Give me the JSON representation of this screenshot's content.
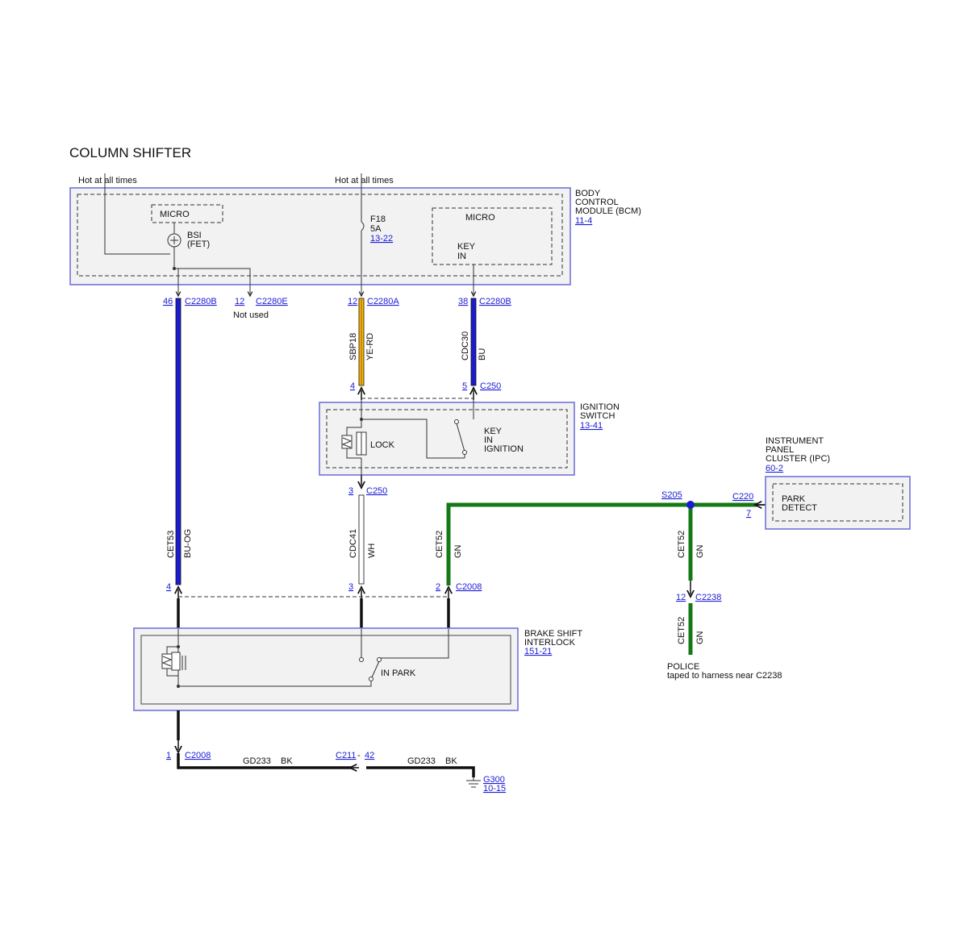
{
  "title": "COLUMN SHIFTER",
  "hot_labels": [
    "Hot at all times",
    "Hot at all times"
  ],
  "bcm": {
    "name_lines": [
      "BODY",
      "CONTROL",
      "MODULE (BCM)"
    ],
    "ref": "11-4",
    "micro_left": "MICRO",
    "bsi_lines": [
      "BSI",
      "(FET)"
    ],
    "fuse_lines": [
      "F18",
      "5A"
    ],
    "fuse_ref": "13-22",
    "micro_right": "MICRO",
    "key_in_lines": [
      "KEY",
      "IN"
    ]
  },
  "pins_top": [
    {
      "pin": "46",
      "connector": "C2280B"
    },
    {
      "pin": "12",
      "connector": "C2280E",
      "note": "Not used"
    },
    {
      "pin": "12",
      "connector": "C2280A"
    },
    {
      "pin": "38",
      "connector": "C2280B"
    }
  ],
  "wires": {
    "sbp18": {
      "circuit": "SBP18",
      "color": "YE-RD"
    },
    "cdc30": {
      "circuit": "CDC30",
      "color": "BU"
    },
    "cet53": {
      "circuit": "CET53",
      "color": "BU-OG"
    },
    "cdc41": {
      "circuit": "CDC41",
      "color": "WH"
    },
    "cet52_a": {
      "circuit": "CET52",
      "color": "GN"
    },
    "cet52_b": {
      "circuit": "CET52",
      "color": "GN"
    },
    "cet52_c": {
      "circuit": "CET52",
      "color": "GN"
    },
    "gd233_a": {
      "circuit": "GD233",
      "color": "BK"
    },
    "gd233_b": {
      "circuit": "GD233",
      "color": "BK"
    }
  },
  "ignition": {
    "name_lines": [
      "IGNITION",
      "SWITCH"
    ],
    "ref": "13-41",
    "lock": "LOCK",
    "key_lines": [
      "KEY",
      "IN",
      "IGNITION"
    ],
    "pins_top": [
      {
        "pin": "4"
      },
      {
        "pin": "5",
        "connector": "C250"
      }
    ],
    "pins_bottom": [
      {
        "pin": "3",
        "connector": "C250"
      }
    ]
  },
  "ipc": {
    "name_lines": [
      "INSTRUMENT",
      "PANEL",
      "CLUSTER (IPC)"
    ],
    "ref": "60-2",
    "park_lines": [
      "PARK",
      "DETECT"
    ],
    "connector": "C220",
    "pin": "7"
  },
  "splice": "S205",
  "c2238": {
    "pin": "12",
    "connector": "C2238"
  },
  "police_lines": [
    "POLICE",
    "taped to harness near C2238"
  ],
  "bsi_pins": [
    {
      "pin": "4"
    },
    {
      "pin": "3"
    },
    {
      "pin": "2",
      "connector": "C2008"
    }
  ],
  "brake": {
    "name_lines": [
      "BRAKE SHIFT",
      "INTERLOCK"
    ],
    "ref": "151-21",
    "in_park": "IN PARK"
  },
  "bottom": {
    "pin": "1",
    "connector": "C2008",
    "inline_connector": "C211",
    "inline_sep": "-",
    "inline_pin": "42",
    "ground": "G300",
    "ground_ref": "10-15"
  },
  "colors": {
    "box_border": "#6b6bd8",
    "box_fill": "#f2f2f2",
    "blue_wire": "#1b1bd0",
    "yellow_wire": "#f5c400",
    "green_wire": "#157a15",
    "link": "#1a1ad6"
  }
}
